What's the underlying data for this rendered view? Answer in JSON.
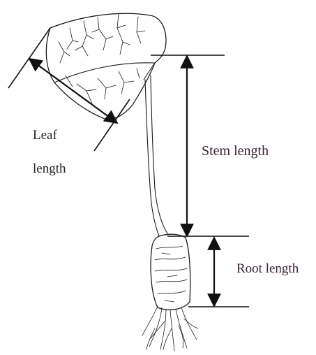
{
  "labels": {
    "leaf_line1": "Leaf",
    "leaf_line2": "length",
    "stem": "Stem length",
    "root": "Root length"
  },
  "colors": {
    "ink": "#1a1a1a",
    "label": "#3b2436",
    "background": "#ffffff"
  }
}
